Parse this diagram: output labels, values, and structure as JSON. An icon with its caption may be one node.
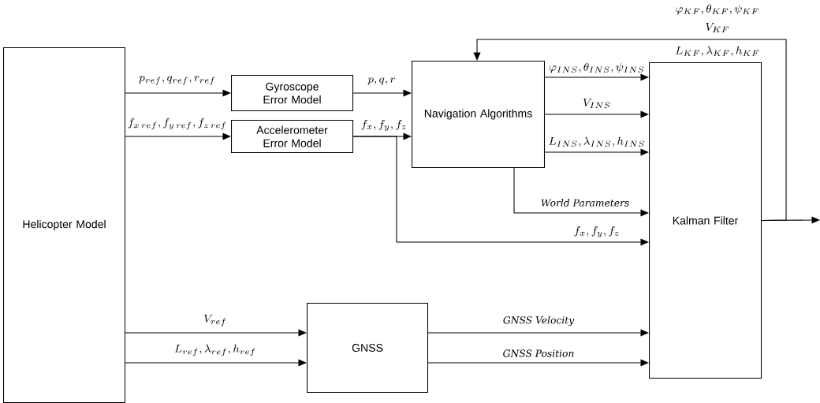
{
  "diagram": {
    "nodes": [
      {
        "text": [
          "Helicopter Model"
        ]
      },
      {
        "text": [
          "Gyroscope Error Model"
        ]
      },
      {
        "text": [
          "Accelerometer Error Model"
        ]
      },
      {
        "text": [
          "Navigation Algorithms"
        ]
      },
      {
        "text": [
          "GNSS"
        ]
      },
      {
        "text": [
          "Kalman Filter"
        ]
      }
    ],
    "edges": [
      {
        "from": 0,
        "to": 1,
        "arrow": "to",
        "label": "p_{ref}, q_{ref}, r_{ref}"
      },
      {
        "from": 0,
        "to": 2,
        "arrow": "to",
        "label": "f_{x\\,ref}, f_{y\\,ref}, f_{z\\,ref}"
      },
      {
        "from": 1,
        "to": 3,
        "arrow": "to",
        "label": "p, q, r"
      },
      {
        "from": 2,
        "to": 3,
        "arrow": "to",
        "label": "f_x, f_y, f_z"
      },
      {
        "from": 3,
        "to": 5,
        "arrow": "to",
        "label": "\\varphi_{INS}, \\theta_{INS}, \\psi_{INS}"
      },
      {
        "from": 3,
        "to": 5,
        "arrow": "to",
        "label": "V_{INS}"
      },
      {
        "from": 3,
        "to": 5,
        "arrow": "to",
        "label": "L_{INS}, \\lambda_{INS}, h_{INS}"
      },
      {
        "from": 3,
        "to": 5,
        "arrow": "to",
        "label": "World Parameters"
      },
      {
        "from": 2,
        "to": 5,
        "arrow": "to",
        "label": "f_x, f_y, f_z"
      },
      {
        "from": 0,
        "to": 4,
        "arrow": "to",
        "label": "V_{ref}"
      },
      {
        "from": 0,
        "to": 4,
        "arrow": "to",
        "label": "L_{ref}, \\lambda_{ref}, h_{ref}"
      },
      {
        "from": 4,
        "to": 5,
        "arrow": "to",
        "label": "GNSS Velocity"
      },
      {
        "from": 4,
        "to": 5,
        "arrow": "to",
        "label": "GNSS Position"
      },
      {
        "from": 5,
        "to": 3,
        "arrow": "to"
      },
      {
        "from": 5,
        "to": null,
        "arrow": "to"
      }
    ],
    "labels": [
      "\\varphi_{KF}, \\theta_{KF}, \\psi_{KF}",
      "V_{KF}",
      "L_{KF}, \\lambda_{KF}, h_{KF}"
    ]
  }
}
